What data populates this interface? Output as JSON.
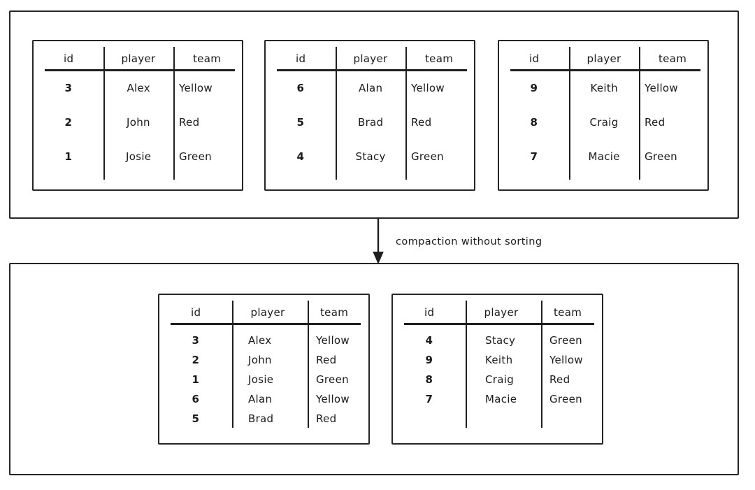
{
  "diagram": {
    "title_caption": "compaction without sorting",
    "arrow_icon": "down-arrow-icon",
    "stroke_color": "#262626",
    "background_color": "#ffffff",
    "text_color": "#1a1a1a"
  },
  "columns": [
    "id",
    "player",
    "team"
  ],
  "before": {
    "label": "before-compaction-group",
    "tables": [
      {
        "name": "segment-table-1",
        "columns": [
          "id",
          "player",
          "team"
        ],
        "rows": [
          [
            "3",
            "Alex",
            "Yellow"
          ],
          [
            "2",
            "John",
            "Red"
          ],
          [
            "1",
            "Josie",
            "Green"
          ]
        ]
      },
      {
        "name": "segment-table-2",
        "columns": [
          "id",
          "player",
          "team"
        ],
        "rows": [
          [
            "6",
            "Alan",
            "Yellow"
          ],
          [
            "5",
            "Brad",
            "Red"
          ],
          [
            "4",
            "Stacy",
            "Green"
          ]
        ]
      },
      {
        "name": "segment-table-3",
        "columns": [
          "id",
          "player",
          "team"
        ],
        "rows": [
          [
            "9",
            "Keith",
            "Yellow"
          ],
          [
            "8",
            "Craig",
            "Red"
          ],
          [
            "7",
            "Macie",
            "Green"
          ]
        ]
      }
    ]
  },
  "after": {
    "label": "after-compaction-group",
    "tables": [
      {
        "name": "compacted-table-1",
        "columns": [
          "id",
          "player",
          "team"
        ],
        "rows": [
          [
            "3",
            "Alex",
            "Yellow"
          ],
          [
            "2",
            "John",
            "Red"
          ],
          [
            "1",
            "Josie",
            "Green"
          ],
          [
            "6",
            "Alan",
            "Yellow"
          ],
          [
            "5",
            "Brad",
            "Red"
          ]
        ]
      },
      {
        "name": "compacted-table-2",
        "columns": [
          "id",
          "player",
          "team"
        ],
        "rows": [
          [
            "4",
            "Stacy",
            "Green"
          ],
          [
            "9",
            "Keith",
            "Yellow"
          ],
          [
            "8",
            "Craig",
            "Red"
          ],
          [
            "7",
            "Macie",
            "Green"
          ]
        ]
      }
    ]
  }
}
